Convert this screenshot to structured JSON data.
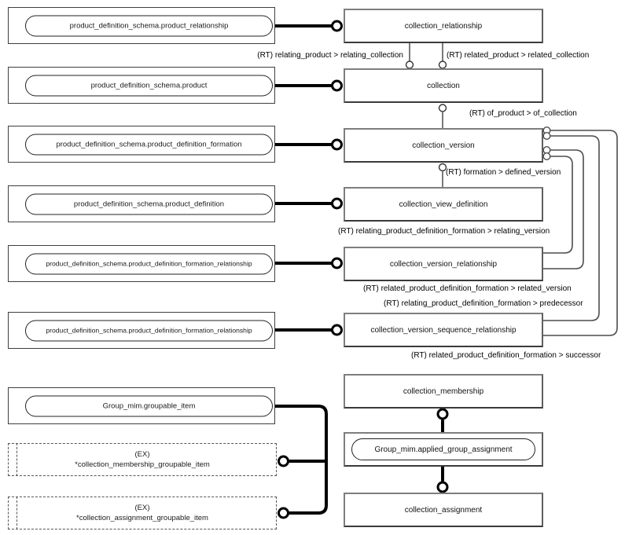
{
  "left_boxes": [
    {
      "label": "product_definition_schema.product_relationship"
    },
    {
      "label": "product_definition_schema.product"
    },
    {
      "label": "product_definition_schema.product_definition_formation"
    },
    {
      "label": "product_definition_schema.product_definition"
    },
    {
      "label": "product_definition_schema.product_definition_formation_relationship"
    },
    {
      "label": "product_definition_schema.product_definition_formation_relationship"
    },
    {
      "label": "Group_mim.groupable_item"
    }
  ],
  "dashed_boxes": [
    {
      "tag": "(EX)",
      "label": "*collection_membership_groupable_item"
    },
    {
      "tag": "(EX)",
      "label": "*collection_assignment_groupable_item"
    }
  ],
  "right_boxes": [
    {
      "label": "collection_relationship"
    },
    {
      "label": "collection"
    },
    {
      "label": "collection_version"
    },
    {
      "label": "collection_view_definition"
    },
    {
      "label": "collection_version_relationship"
    },
    {
      "label": "collection_version_sequence_relationship"
    },
    {
      "label": "collection_membership"
    },
    {
      "label": "Group_mim.applied_group_assignment"
    },
    {
      "label": "collection_assignment"
    }
  ],
  "edge_labels": [
    {
      "text": "(RT) relating_product > relating_collection"
    },
    {
      "text": "(RT) related_product > related_collection"
    },
    {
      "text": "(RT) of_product > of_collection"
    },
    {
      "text": "(RT) formation > defined_version"
    },
    {
      "text": "(RT) relating_product_definition_formation > relating_version"
    },
    {
      "text": "(RT) related_product_definition_formation > related_version"
    },
    {
      "text": "(RT) relating_product_definition_formation > predecessor"
    },
    {
      "text": "(RT) related_product_definition_formation > successor"
    }
  ],
  "colors": {
    "thick_line": "#000000",
    "thin_line": "#333333",
    "routed_line": "#4d4d4d",
    "entity_border": "#7e7e7e"
  }
}
